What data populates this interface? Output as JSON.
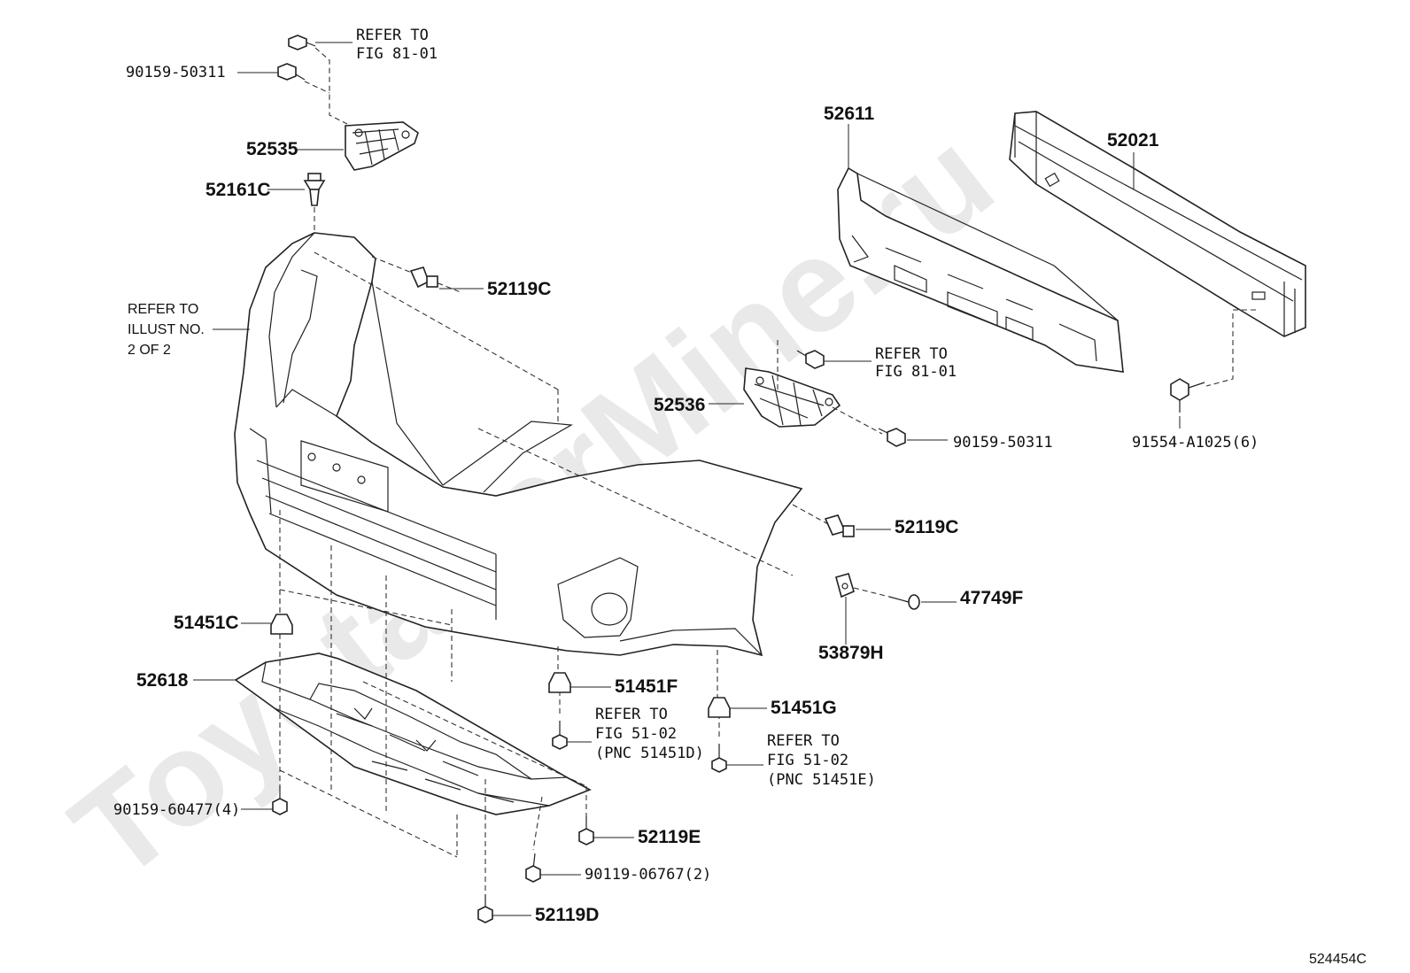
{
  "watermark": "ToyotaCarMine.ru",
  "figure_code": "524454C",
  "labels": {
    "refer_fig_81_01_top": [
      "REFER TO",
      "FIG 81-01"
    ],
    "p90159_50311_top": "90159-50311",
    "p52535": "52535",
    "p52161c": "52161C",
    "p52119c_top": "52119C",
    "refer_illust": [
      "REFER TO",
      "ILLUST NO.",
      "2 OF 2"
    ],
    "p52611": "52611",
    "p52021": "52021",
    "refer_fig_81_01_right": [
      "REFER TO",
      "FIG 81-01"
    ],
    "p52536": "52536",
    "p90159_50311_right": "90159-50311",
    "p91554": "91554-A1025(6)",
    "p52119c_mid": "52119C",
    "p47749f": "47749F",
    "p53879h": "53879H",
    "p51451c": "51451C",
    "p52618": "52618",
    "p51451f": "51451F",
    "p51451g": "51451G",
    "refer_fig_51_02_d": [
      "REFER TO",
      "FIG 51-02",
      "(PNC 51451D)"
    ],
    "refer_fig_51_02_e": [
      "REFER TO",
      "FIG 51-02",
      "(PNC 51451E)"
    ],
    "p90159_60477": "90159-60477(4)",
    "p52119e": "52119E",
    "p90119_06767": "90119-06767(2)",
    "p52119d": "52119D"
  }
}
